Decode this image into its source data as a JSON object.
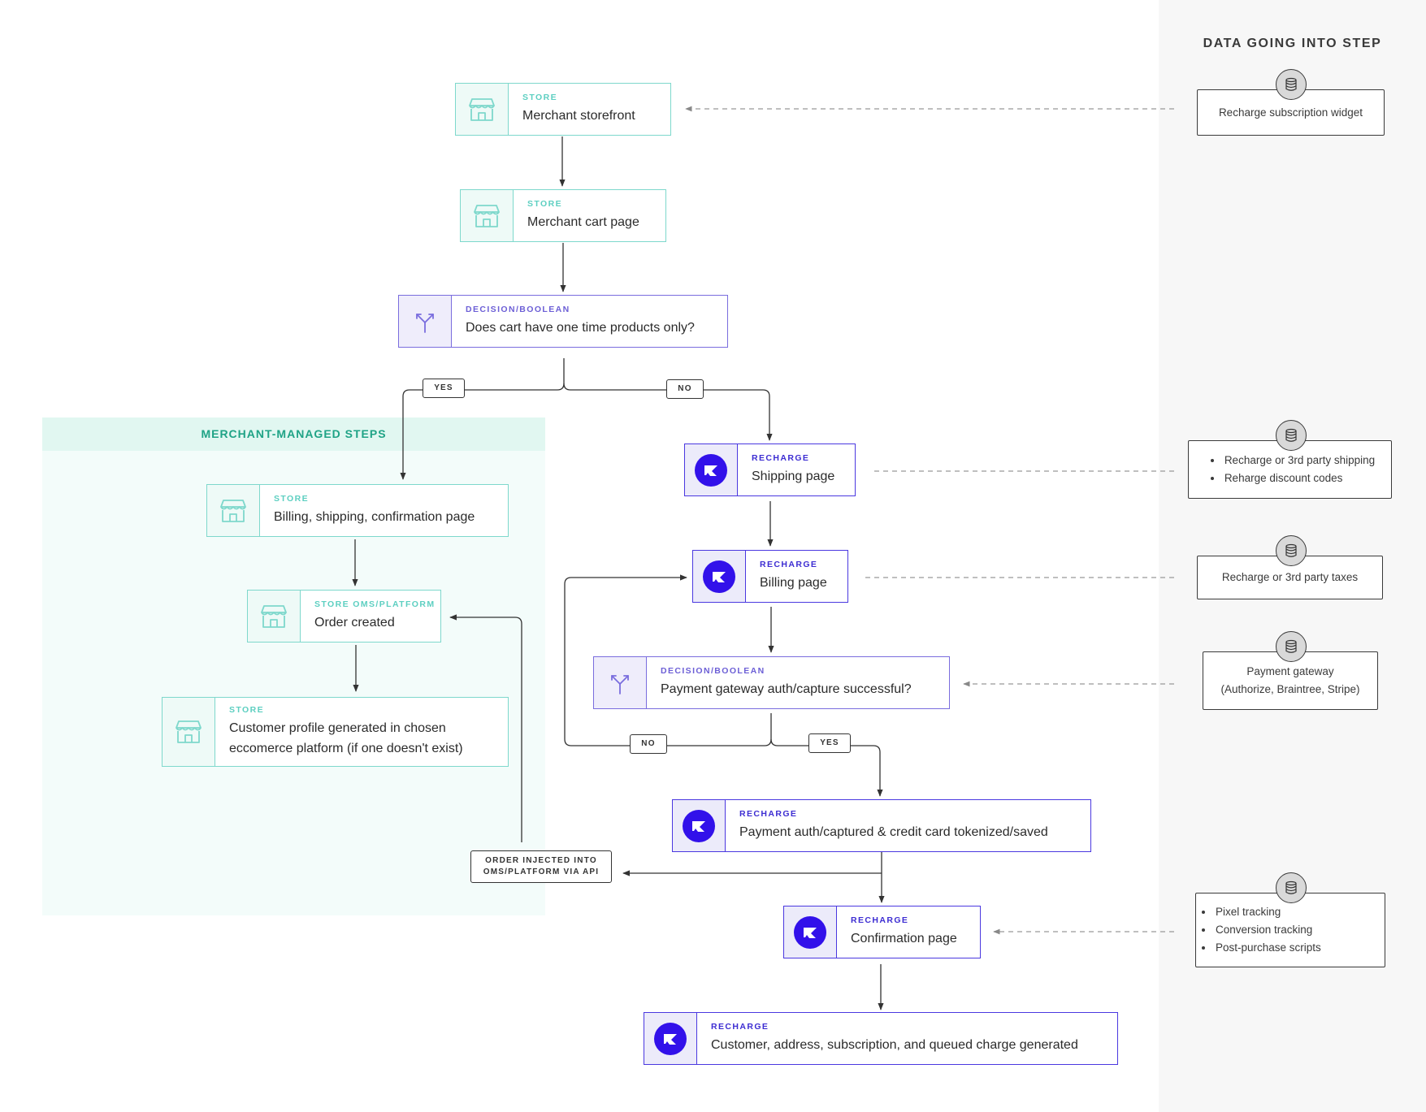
{
  "side_panel": {
    "title": "DATA GOING INTO STEP"
  },
  "region": {
    "title": "MERCHANT-MANAGED STEPS"
  },
  "nodes": [
    {
      "id": "merchant-storefront",
      "type": "store",
      "category": "STORE",
      "label": "Merchant storefront"
    },
    {
      "id": "merchant-cart",
      "type": "store",
      "category": "STORE",
      "label": "Merchant cart page"
    },
    {
      "id": "decision-one-time",
      "type": "decision",
      "category": "DECISION/BOOLEAN",
      "label": "Does cart have one time products only?"
    },
    {
      "id": "billing-shipping-confirmation",
      "type": "store",
      "category": "STORE",
      "label": "Billing, shipping, confirmation page"
    },
    {
      "id": "order-created",
      "type": "store",
      "category": "STORE OMS/PLATFORM",
      "label": "Order created"
    },
    {
      "id": "customer-profile",
      "type": "store",
      "category": "STORE",
      "label": "Customer profile generated in chosen eccomerce platform (if one doesn't exist)"
    },
    {
      "id": "shipping-page",
      "type": "recharge",
      "category": "RECHARGE",
      "label": "Shipping page"
    },
    {
      "id": "billing-page",
      "type": "recharge",
      "category": "RECHARGE",
      "label": "Billing page"
    },
    {
      "id": "decision-payment",
      "type": "decision",
      "category": "DECISION/BOOLEAN",
      "label": "Payment gateway auth/capture successful?"
    },
    {
      "id": "payment-captured",
      "type": "recharge",
      "category": "RECHARGE",
      "label": "Payment auth/captured & credit card tokenized/saved"
    },
    {
      "id": "confirmation-page",
      "type": "recharge",
      "category": "RECHARGE",
      "label": "Confirmation page"
    },
    {
      "id": "records-generated",
      "type": "recharge",
      "category": "RECHARGE",
      "label": "Customer, address, subscription, and queued charge generated"
    }
  ],
  "edge_labels": {
    "yes_1": "YES",
    "no_1": "NO",
    "no_2": "NO",
    "yes_2": "YES",
    "order_injected": "ORDER INJECTED INTO OMS/PLATFORM VIA API"
  },
  "data_inputs": [
    {
      "id": "widget",
      "lines": [
        "Recharge subscription widget"
      ],
      "bullets": false
    },
    {
      "id": "shipping",
      "lines": [
        "Recharge or 3rd party shipping",
        "Reharge discount codes"
      ],
      "bullets": true
    },
    {
      "id": "taxes",
      "lines": [
        "Recharge or 3rd party taxes"
      ],
      "bullets": false
    },
    {
      "id": "gateway",
      "lines": [
        "Payment gateway",
        "(Authorize, Braintree, Stripe)"
      ],
      "bullets": false
    },
    {
      "id": "tracking",
      "lines": [
        "Pixel tracking",
        "Conversion tracking",
        "Post-purchase scripts"
      ],
      "bullets": true
    }
  ],
  "icons": {
    "store": "storefront-icon",
    "decision": "branch-icon",
    "recharge": "recharge-logo-icon",
    "data": "database-icon"
  },
  "colors": {
    "store": "#7ed8cc",
    "decision": "#7a6dde",
    "recharge": "#4a38e0",
    "recharge_logo": "#3211ea",
    "region_fill": "#f3fcfa",
    "region_header": "#e1f7f1",
    "region_title": "#1fa386",
    "side_panel": "#f7f7f7"
  }
}
